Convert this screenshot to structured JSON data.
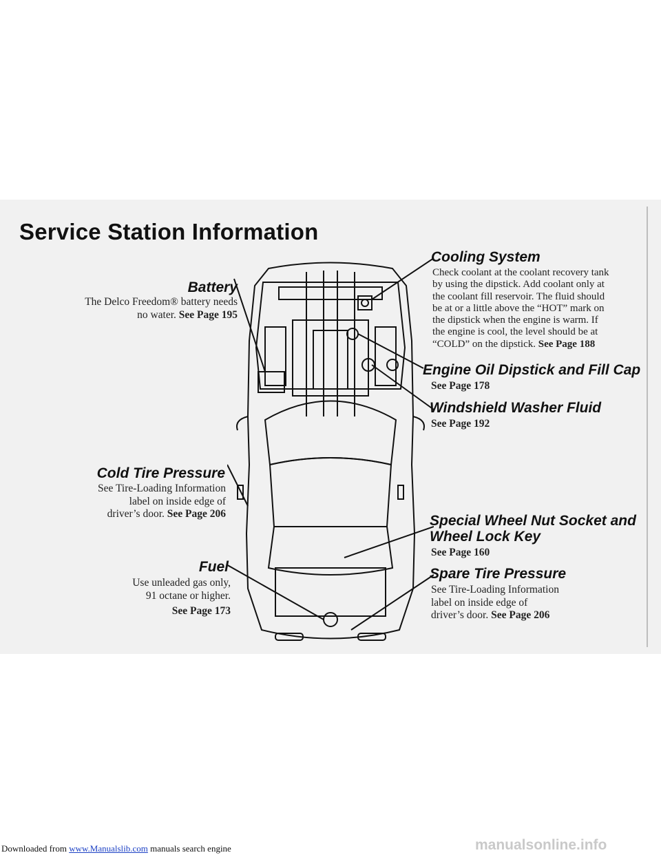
{
  "page": {
    "title": "Service Station Information"
  },
  "sections": {
    "battery": {
      "heading": "Battery",
      "line1": "The Delco Freedom® battery needs",
      "line2_text": "no water.",
      "ref": "See Page 195"
    },
    "cold_tire": {
      "heading": "Cold Tire Pressure",
      "line1": "See Tire-Loading Information",
      "line2": "label on inside edge of",
      "line3_text": "driver’s door.",
      "ref": "See Page 206"
    },
    "fuel": {
      "heading": "Fuel",
      "line1": "Use unleaded gas only,",
      "line2": "91 octane or higher.",
      "ref": "See Page 173"
    },
    "cooling": {
      "heading": "Cooling System",
      "line1": "Check coolant at the coolant recovery tank",
      "line2": "by using the dipstick. Add coolant only at",
      "line3": "the coolant fill reservoir. The fluid should",
      "line4": "be at or a little above the “HOT” mark on",
      "line5": "the dipstick when the engine is warm. If",
      "line6": "the engine is cool, the level should be at",
      "line7_text": "“COLD” on the dipstick.",
      "ref": "See Page 188"
    },
    "oil": {
      "heading": "Engine Oil Dipstick and Fill Cap",
      "ref": "See Page 178"
    },
    "washer": {
      "heading": "Windshield Washer Fluid",
      "ref": "See Page 192"
    },
    "wheel_lock": {
      "heading_line1": "Special Wheel Nut Socket and",
      "heading_line2": "Wheel Lock Key",
      "ref": "See Page 160"
    },
    "spare": {
      "heading": "Spare Tire Pressure",
      "line1": "See Tire-Loading Information",
      "line2": "label on inside edge of",
      "line3_text": "driver’s door.",
      "ref": "See Page 206"
    }
  },
  "footer": {
    "prefix": "Downloaded from",
    "link": "www.Manualslib.com",
    "suffix": "manuals search engine",
    "watermark": "manualsonline.info"
  }
}
